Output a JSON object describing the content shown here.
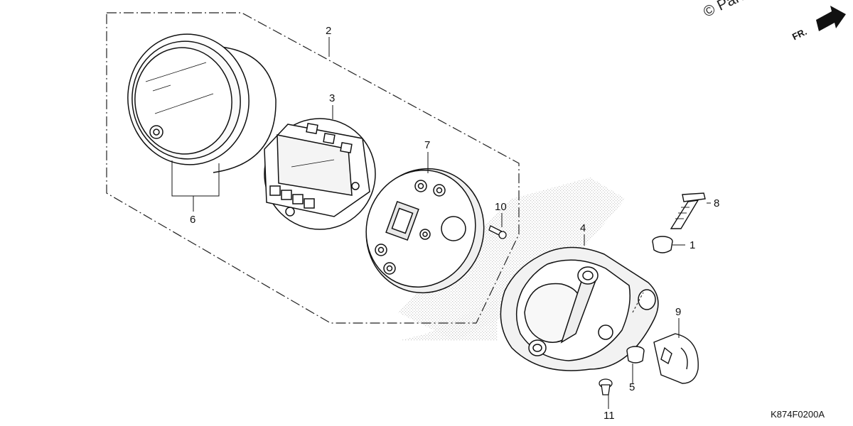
{
  "callouts": {
    "c1": "1",
    "c2": "2",
    "c3": "3",
    "c4": "4",
    "c5": "5",
    "c6": "6",
    "c7": "7",
    "c8": "8",
    "c9": "9",
    "c10": "10",
    "c11": "11"
  },
  "watermark": "© Partzilla",
  "front_marker": "FR.",
  "drawing_code": "K874F0200A",
  "icons": {
    "front_arrow": "arrow-right-icon"
  }
}
